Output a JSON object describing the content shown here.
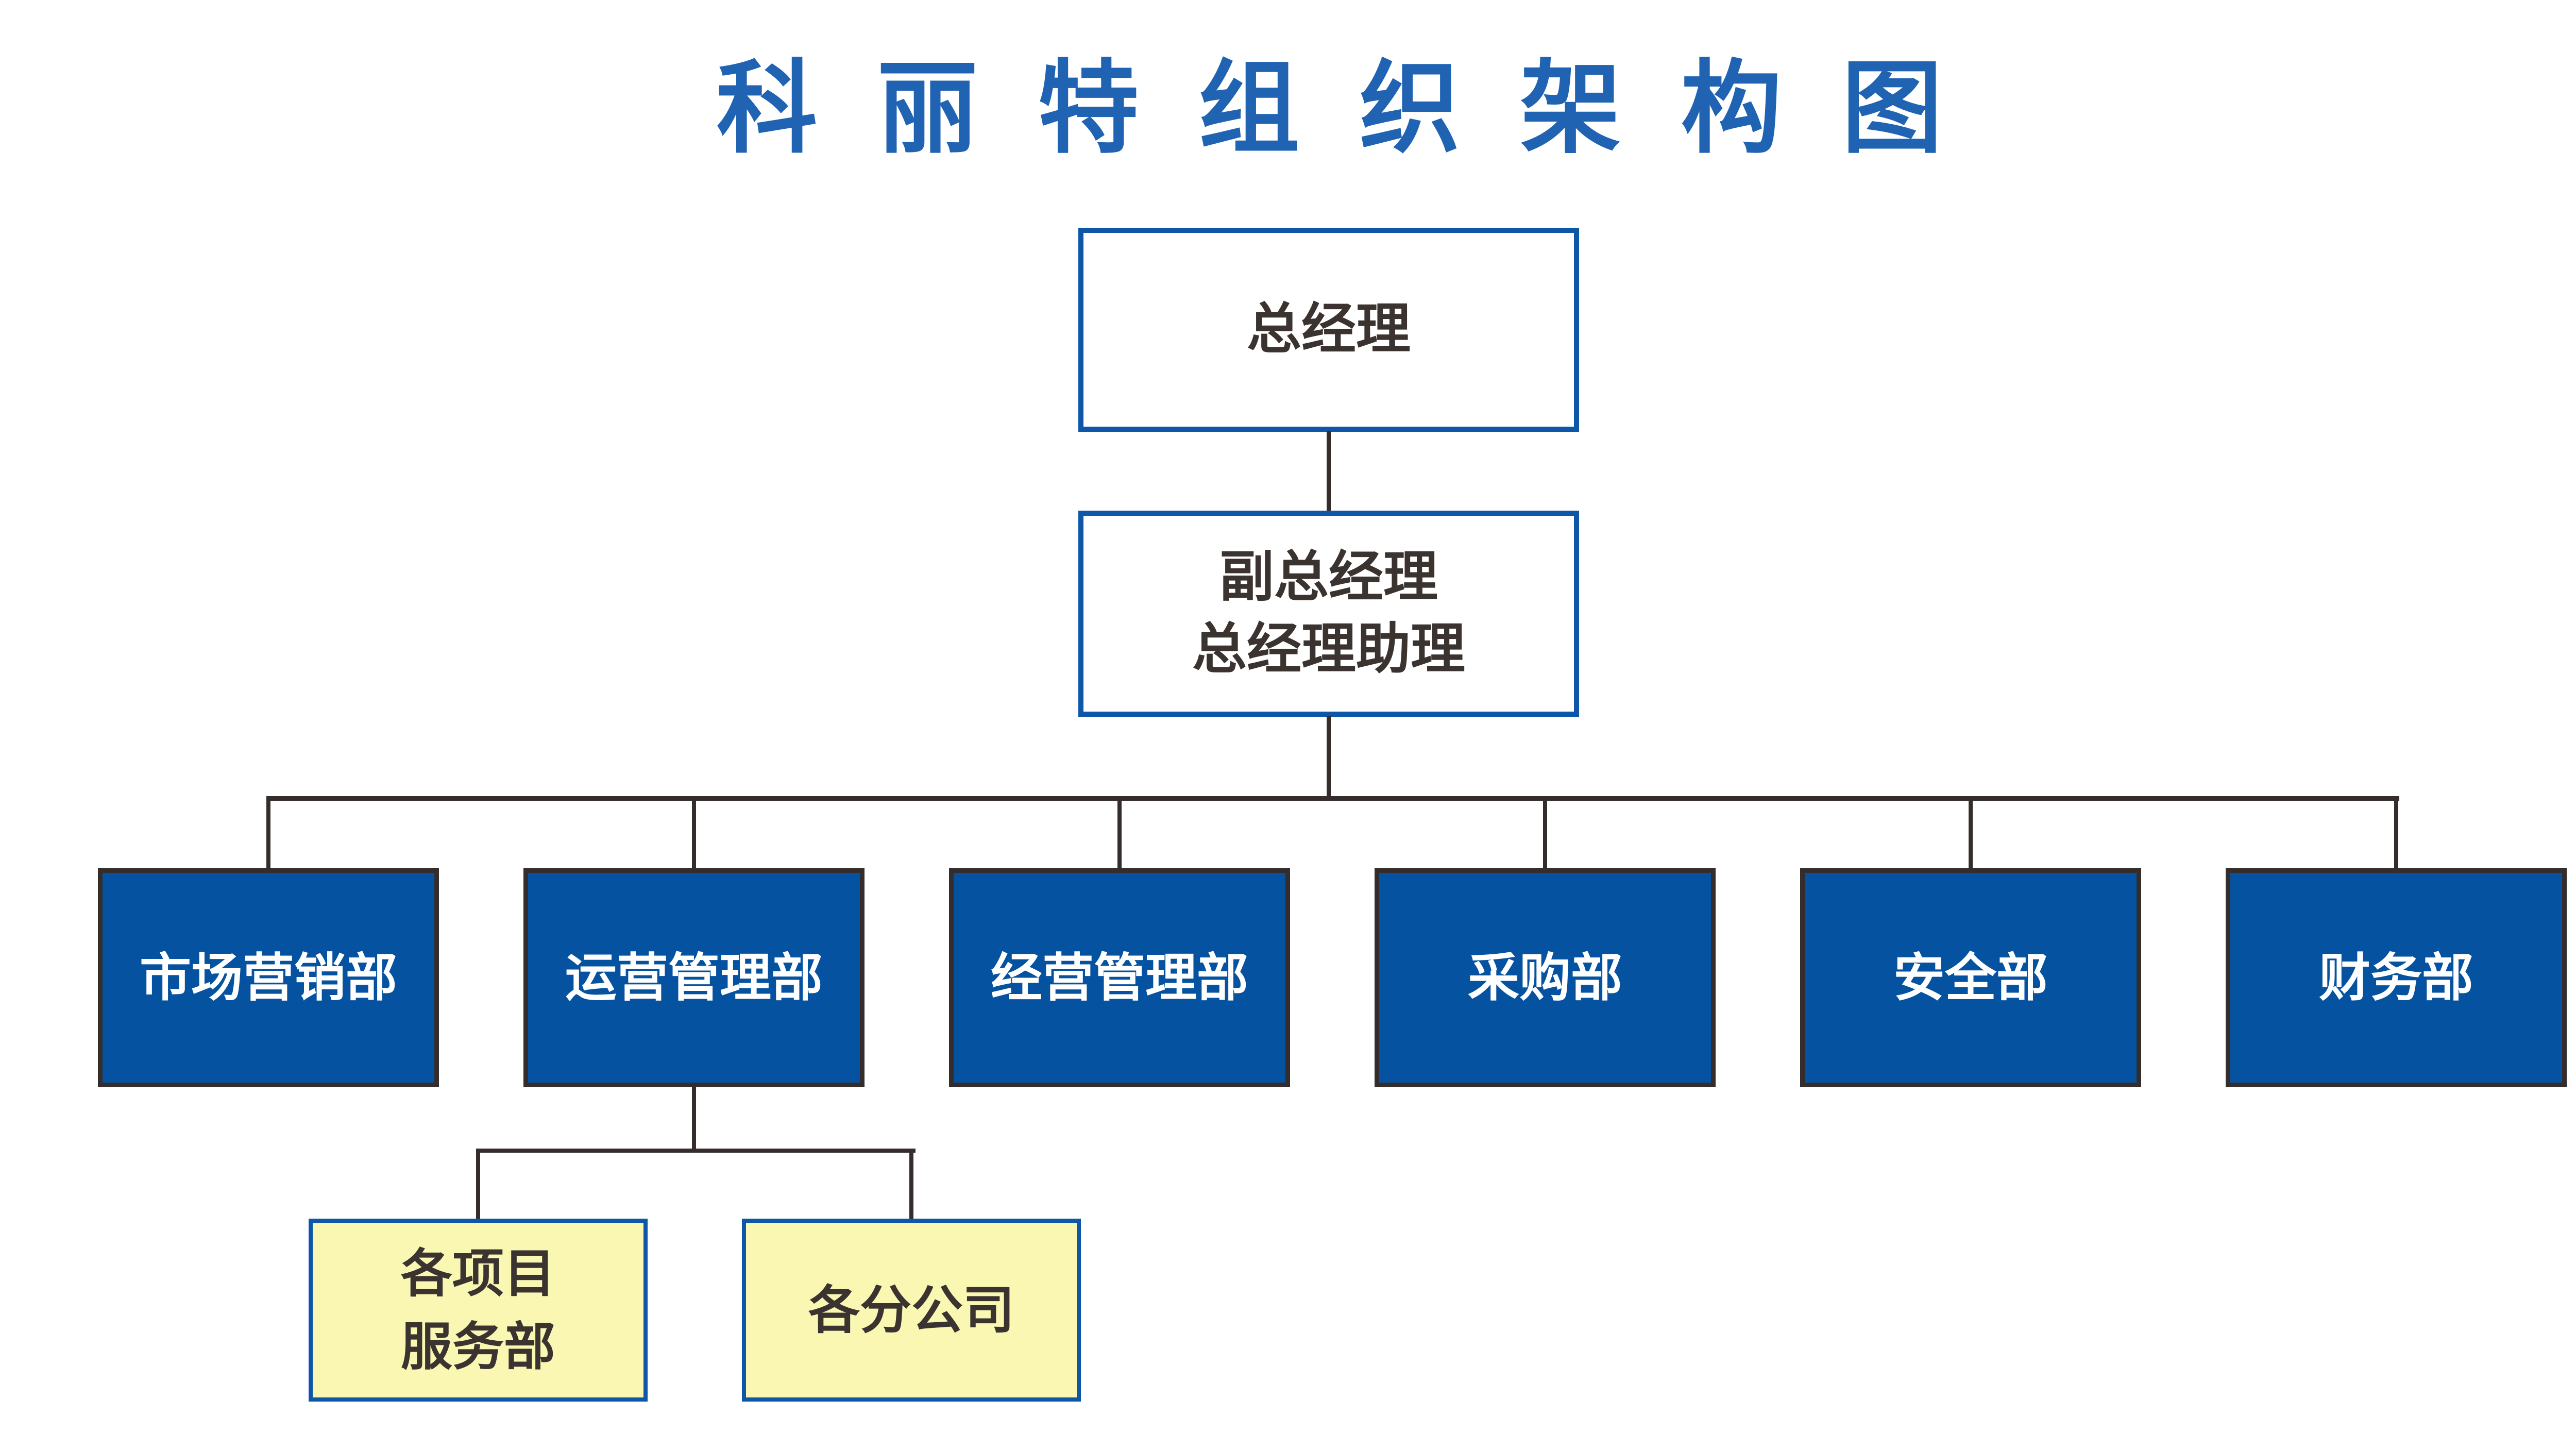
{
  "page": {
    "background": "#ffffff"
  },
  "title": {
    "text": "科丽特组织架构图"
  },
  "org": {
    "root": {
      "label": "总经理"
    },
    "deputy": {
      "lines": [
        "副总经理",
        "总经理助理"
      ]
    },
    "departments": [
      {
        "label": "市场营销部"
      },
      {
        "label": "运营管理部"
      },
      {
        "label": "经营管理部"
      },
      {
        "label": "采购部"
      },
      {
        "label": "安全部"
      },
      {
        "label": "财务部"
      }
    ],
    "operations_children": [
      {
        "lines": [
          "各项目",
          "服务部"
        ]
      },
      {
        "label": "各分公司"
      }
    ]
  },
  "colors": {
    "title_blue": "#2063b3",
    "node_fill_blue": "#0552a0",
    "node_border_blue": "#0e56a8",
    "node_border_dark": "#342d2b",
    "node_fill_yellow": "#faf7b3",
    "connector_dark": "#342d2b",
    "text_dark": "#3a3330",
    "text_white": "#ffffff"
  }
}
